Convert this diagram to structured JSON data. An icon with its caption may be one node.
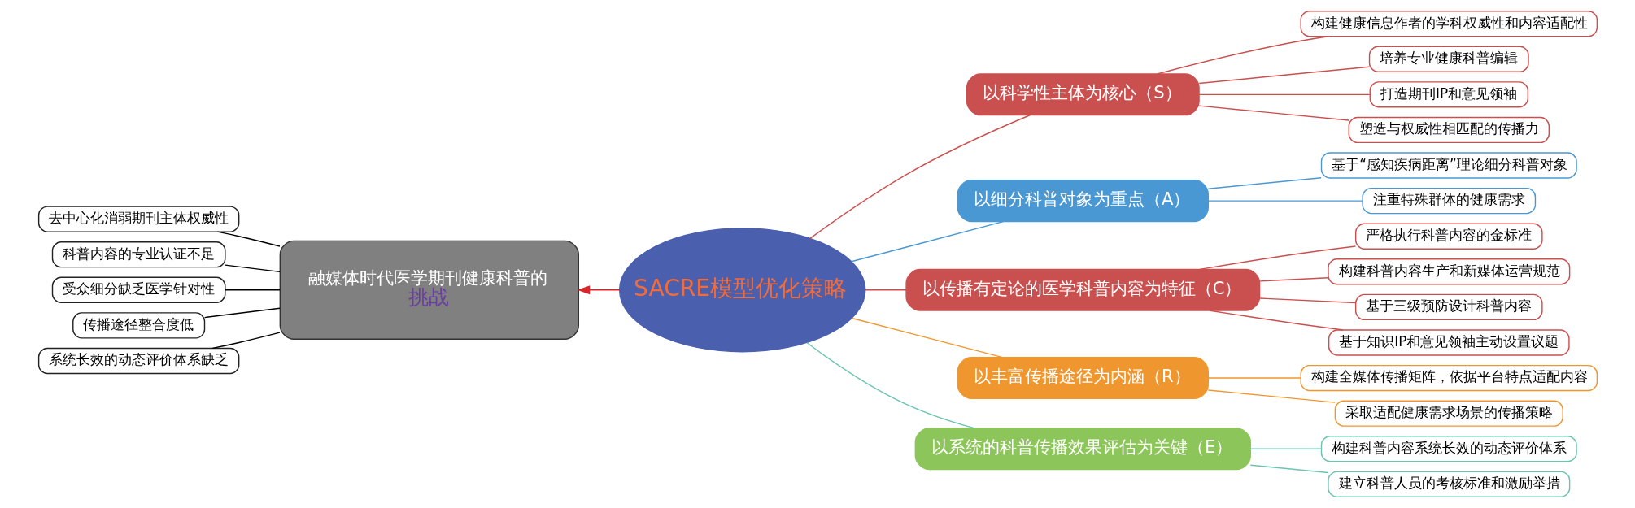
{
  "diagram": {
    "nodes": [
      {
        "text": [
          "SACRE模型优化策略"
        ]
      },
      {
        "text": [
          "融媒体时代医学期刊健康科普的",
          "挑战"
        ]
      },
      {
        "text": [
          "去中心化消弱期刊主体权威性"
        ]
      },
      {
        "text": [
          "科普内容的专业认证不足"
        ]
      },
      {
        "text": [
          "受众细分缺乏医学针对性"
        ]
      },
      {
        "text": [
          "传播途径整合度低"
        ]
      },
      {
        "text": [
          "系统长效的动态评价体系缺乏"
        ]
      },
      {
        "text": [
          "以科学性主体为核心（S）"
        ]
      },
      {
        "text": [
          "构建健康信息作者的学科权威性和内容适配性"
        ]
      },
      {
        "text": [
          "培养专业健康科普编辑"
        ]
      },
      {
        "text": [
          "打造期刊IP和意见领袖"
        ]
      },
      {
        "text": [
          "塑造与权威性相匹配的传播力"
        ]
      },
      {
        "text": [
          "以细分科普对象为重点（A）"
        ]
      },
      {
        "text": [
          "基于“感知疾病距离”理论细分科普对象"
        ]
      },
      {
        "text": [
          "注重特殊群体的健康需求"
        ]
      },
      {
        "text": [
          "以传播有定论的医学科普内容为特征（C）"
        ]
      },
      {
        "text": [
          "严格执行科普内容的金标准"
        ]
      },
      {
        "text": [
          "构建科普内容生产和新媒体运营规范"
        ]
      },
      {
        "text": [
          "基于三级预防设计科普内容"
        ]
      },
      {
        "text": [
          "基于知识IP和意见领袖主动设置议题"
        ]
      },
      {
        "text": [
          "以丰富传播途径为内涵（R）"
        ]
      },
      {
        "text": [
          "构建全媒体传播矩阵，依据平台特点适配内容"
        ]
      },
      {
        "text": [
          "采取适配健康需求场景的传播策略"
        ]
      },
      {
        "text": [
          "以系统的科普传播效果评估为关键（E）"
        ]
      },
      {
        "text": [
          "构建科普内容系统长效的动态评价体系"
        ]
      },
      {
        "text": [
          "建立科普人员的考核标准和激励举措"
        ]
      }
    ],
    "edges": [
      {
        "from": 0,
        "to": 1,
        "arrow": "to",
        "color": "#d9252a"
      },
      {
        "from": 1,
        "to": 2,
        "arrow": "none",
        "color": "#000000"
      },
      {
        "from": 1,
        "to": 3,
        "arrow": "none",
        "color": "#000000"
      },
      {
        "from": 1,
        "to": 4,
        "arrow": "none",
        "color": "#000000"
      },
      {
        "from": 1,
        "to": 5,
        "arrow": "none",
        "color": "#000000"
      },
      {
        "from": 1,
        "to": 6,
        "arrow": "none",
        "color": "#000000"
      },
      {
        "from": 0,
        "to": 7,
        "arrow": "none",
        "color": "#c9504f"
      },
      {
        "from": 7,
        "to": 8,
        "arrow": "none",
        "color": "#c9504f"
      },
      {
        "from": 7,
        "to": 9,
        "arrow": "none",
        "color": "#c9504f"
      },
      {
        "from": 7,
        "to": 10,
        "arrow": "none",
        "color": "#c9504f"
      },
      {
        "from": 7,
        "to": 11,
        "arrow": "none",
        "color": "#c9504f"
      },
      {
        "from": 0,
        "to": 12,
        "arrow": "none",
        "color": "#4a98d3"
      },
      {
        "from": 12,
        "to": 13,
        "arrow": "none",
        "color": "#4a98d3"
      },
      {
        "from": 12,
        "to": 14,
        "arrow": "none",
        "color": "#4a98d3"
      },
      {
        "from": 0,
        "to": 15,
        "arrow": "none",
        "color": "#c9504f"
      },
      {
        "from": 15,
        "to": 16,
        "arrow": "none",
        "color": "#c9504f"
      },
      {
        "from": 15,
        "to": 17,
        "arrow": "none",
        "color": "#c9504f"
      },
      {
        "from": 15,
        "to": 18,
        "arrow": "none",
        "color": "#c9504f"
      },
      {
        "from": 15,
        "to": 19,
        "arrow": "none",
        "color": "#c9504f"
      },
      {
        "from": 0,
        "to": 20,
        "arrow": "none",
        "color": "#f0962e"
      },
      {
        "from": 20,
        "to": 21,
        "arrow": "none",
        "color": "#f0962e"
      },
      {
        "from": 20,
        "to": 22,
        "arrow": "none",
        "color": "#f0962e"
      },
      {
        "from": 0,
        "to": 23,
        "arrow": "none",
        "color": "#6cc4b0"
      },
      {
        "from": 23,
        "to": 24,
        "arrow": "none",
        "color": "#6cc4b0"
      },
      {
        "from": 23,
        "to": 25,
        "arrow": "none",
        "color": "#6cc4b0"
      }
    ]
  }
}
